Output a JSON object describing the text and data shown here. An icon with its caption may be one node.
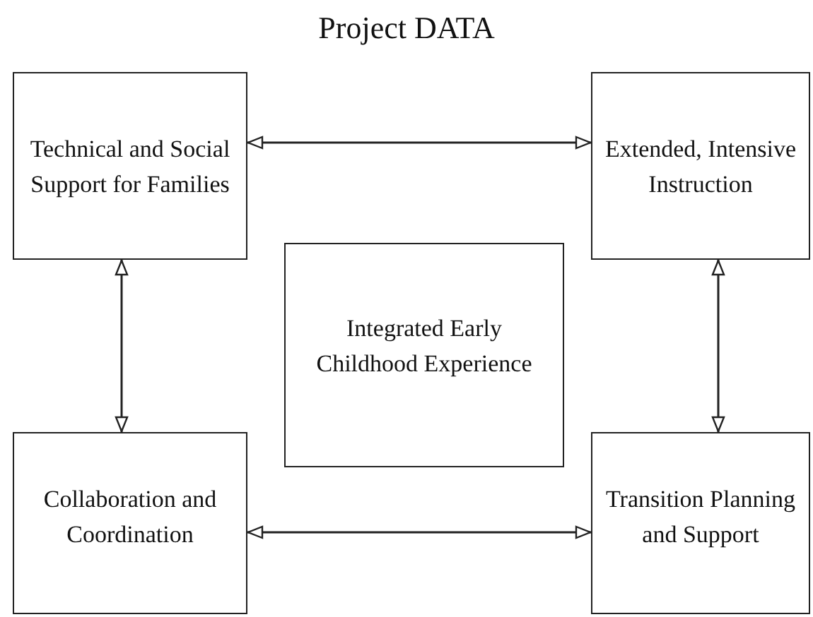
{
  "diagram": {
    "title": "Project DATA",
    "nodes": [
      {
        "text": [
          "Technical and Social Support for Families"
        ]
      },
      {
        "text": [
          "Extended, Intensive Instruction"
        ]
      },
      {
        "text": [
          "Integrated Early Childhood Experience"
        ]
      },
      {
        "text": [
          "Collaboration and Coordination"
        ]
      },
      {
        "text": [
          "Transition Planning and Support"
        ]
      }
    ],
    "edges": [
      {
        "from": 0,
        "to": 1,
        "arrow": "both"
      },
      {
        "from": 0,
        "to": 3,
        "arrow": "both"
      },
      {
        "from": 1,
        "to": 4,
        "arrow": "both"
      },
      {
        "from": 3,
        "to": 4,
        "arrow": "both"
      }
    ]
  }
}
